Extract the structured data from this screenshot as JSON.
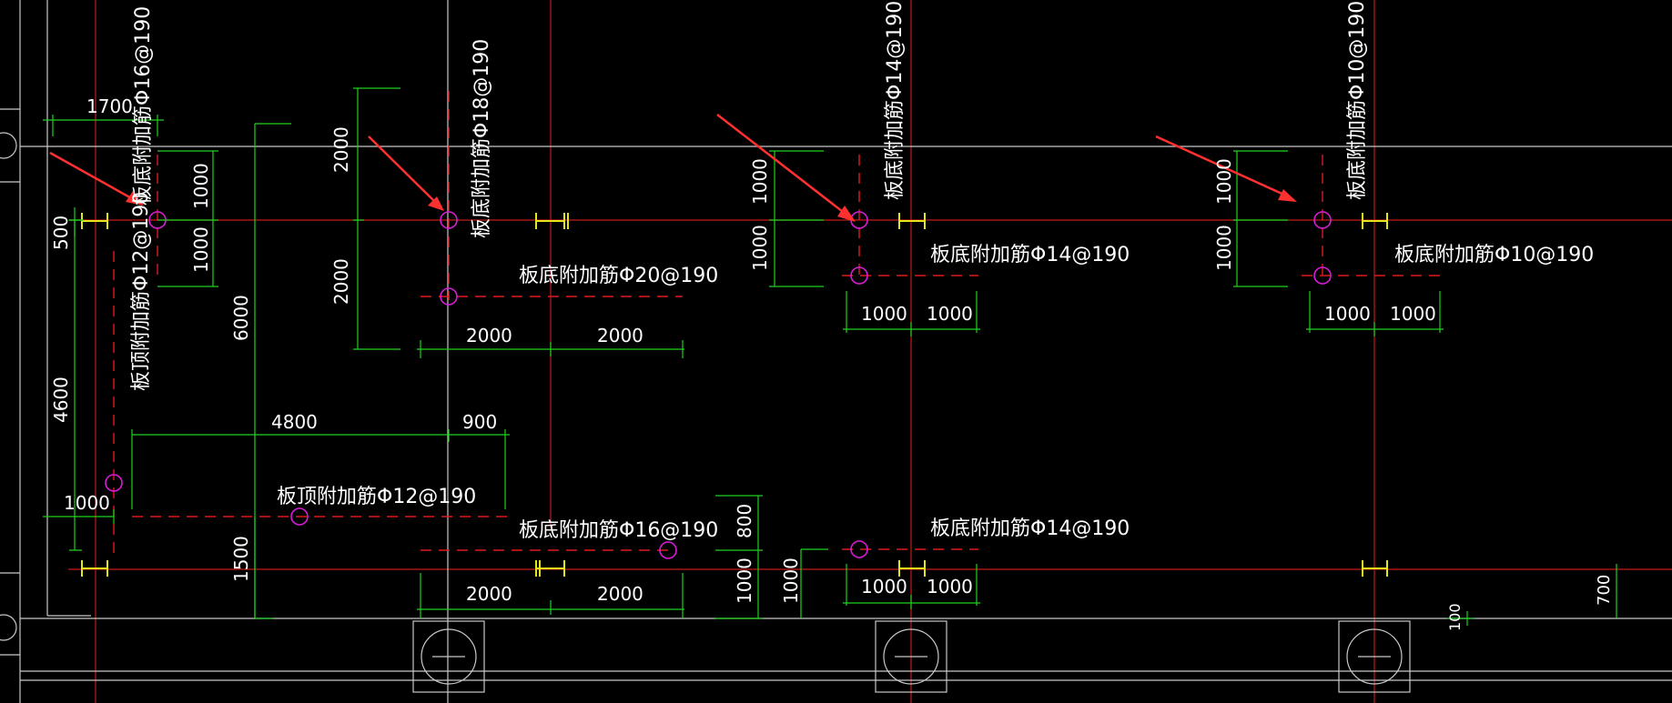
{
  "colors": {
    "background": "#000000",
    "axis_red": "#c21a1a",
    "wall_white": "#c8c8c8",
    "dimension_green": "#1fd11f",
    "rebar_red_dashed": "#e01b1b",
    "marker_magenta": "#d81bd8",
    "support_yellow": "#e6e61a",
    "arrow_red": "#ff3030",
    "text": "#ffffff"
  },
  "dimensions": {
    "d1700": "1700",
    "d500": "500",
    "d1000_a": "1000",
    "d1000_b": "1000",
    "d2000_a": "2000",
    "d2000_b": "2000",
    "d6000": "6000",
    "d4600": "4600",
    "d4800": "4800",
    "d900": "900",
    "d1000_c": "1000",
    "d1500": "1500",
    "d2000_c": "2000",
    "d2000_d": "2000",
    "d1000_d": "1000",
    "d1000_e": "1000",
    "d1000_f": "1000",
    "d1000_g": "1000",
    "d800": "800",
    "d1000_h": "1000",
    "d1000_i": "1000",
    "d1000_j": "1000",
    "d1000_k": "1000",
    "d2000_e": "2000",
    "d2000_f": "2000",
    "d1000_l": "1000",
    "d1000_m": "1000",
    "d1000_n": "1000",
    "d1000_o": "1000",
    "d100": "100",
    "d700": "700"
  },
  "rebar_labels": {
    "l_top_phi16": "板底附加筋Φ16@190",
    "l_top_phi18": "板底附加筋Φ18@190",
    "l_phi20": "板底附加筋Φ20@190",
    "l_top_phi14_v": "板底附加筋Φ14@190",
    "l_phi14_h1": "板底附加筋Φ14@190",
    "l_top_phi10_v": "板底附加筋Φ10@190",
    "l_phi10_h": "板底附加筋Φ10@190",
    "l_slab_top_phi12_v": "板顶附加筋Φ12@190",
    "l_slab_top_phi12_h": "板顶附加筋Φ12@190",
    "l_phi16_h": "板底附加筋Φ16@190",
    "l_phi14_h2": "板底附加筋Φ14@190"
  }
}
